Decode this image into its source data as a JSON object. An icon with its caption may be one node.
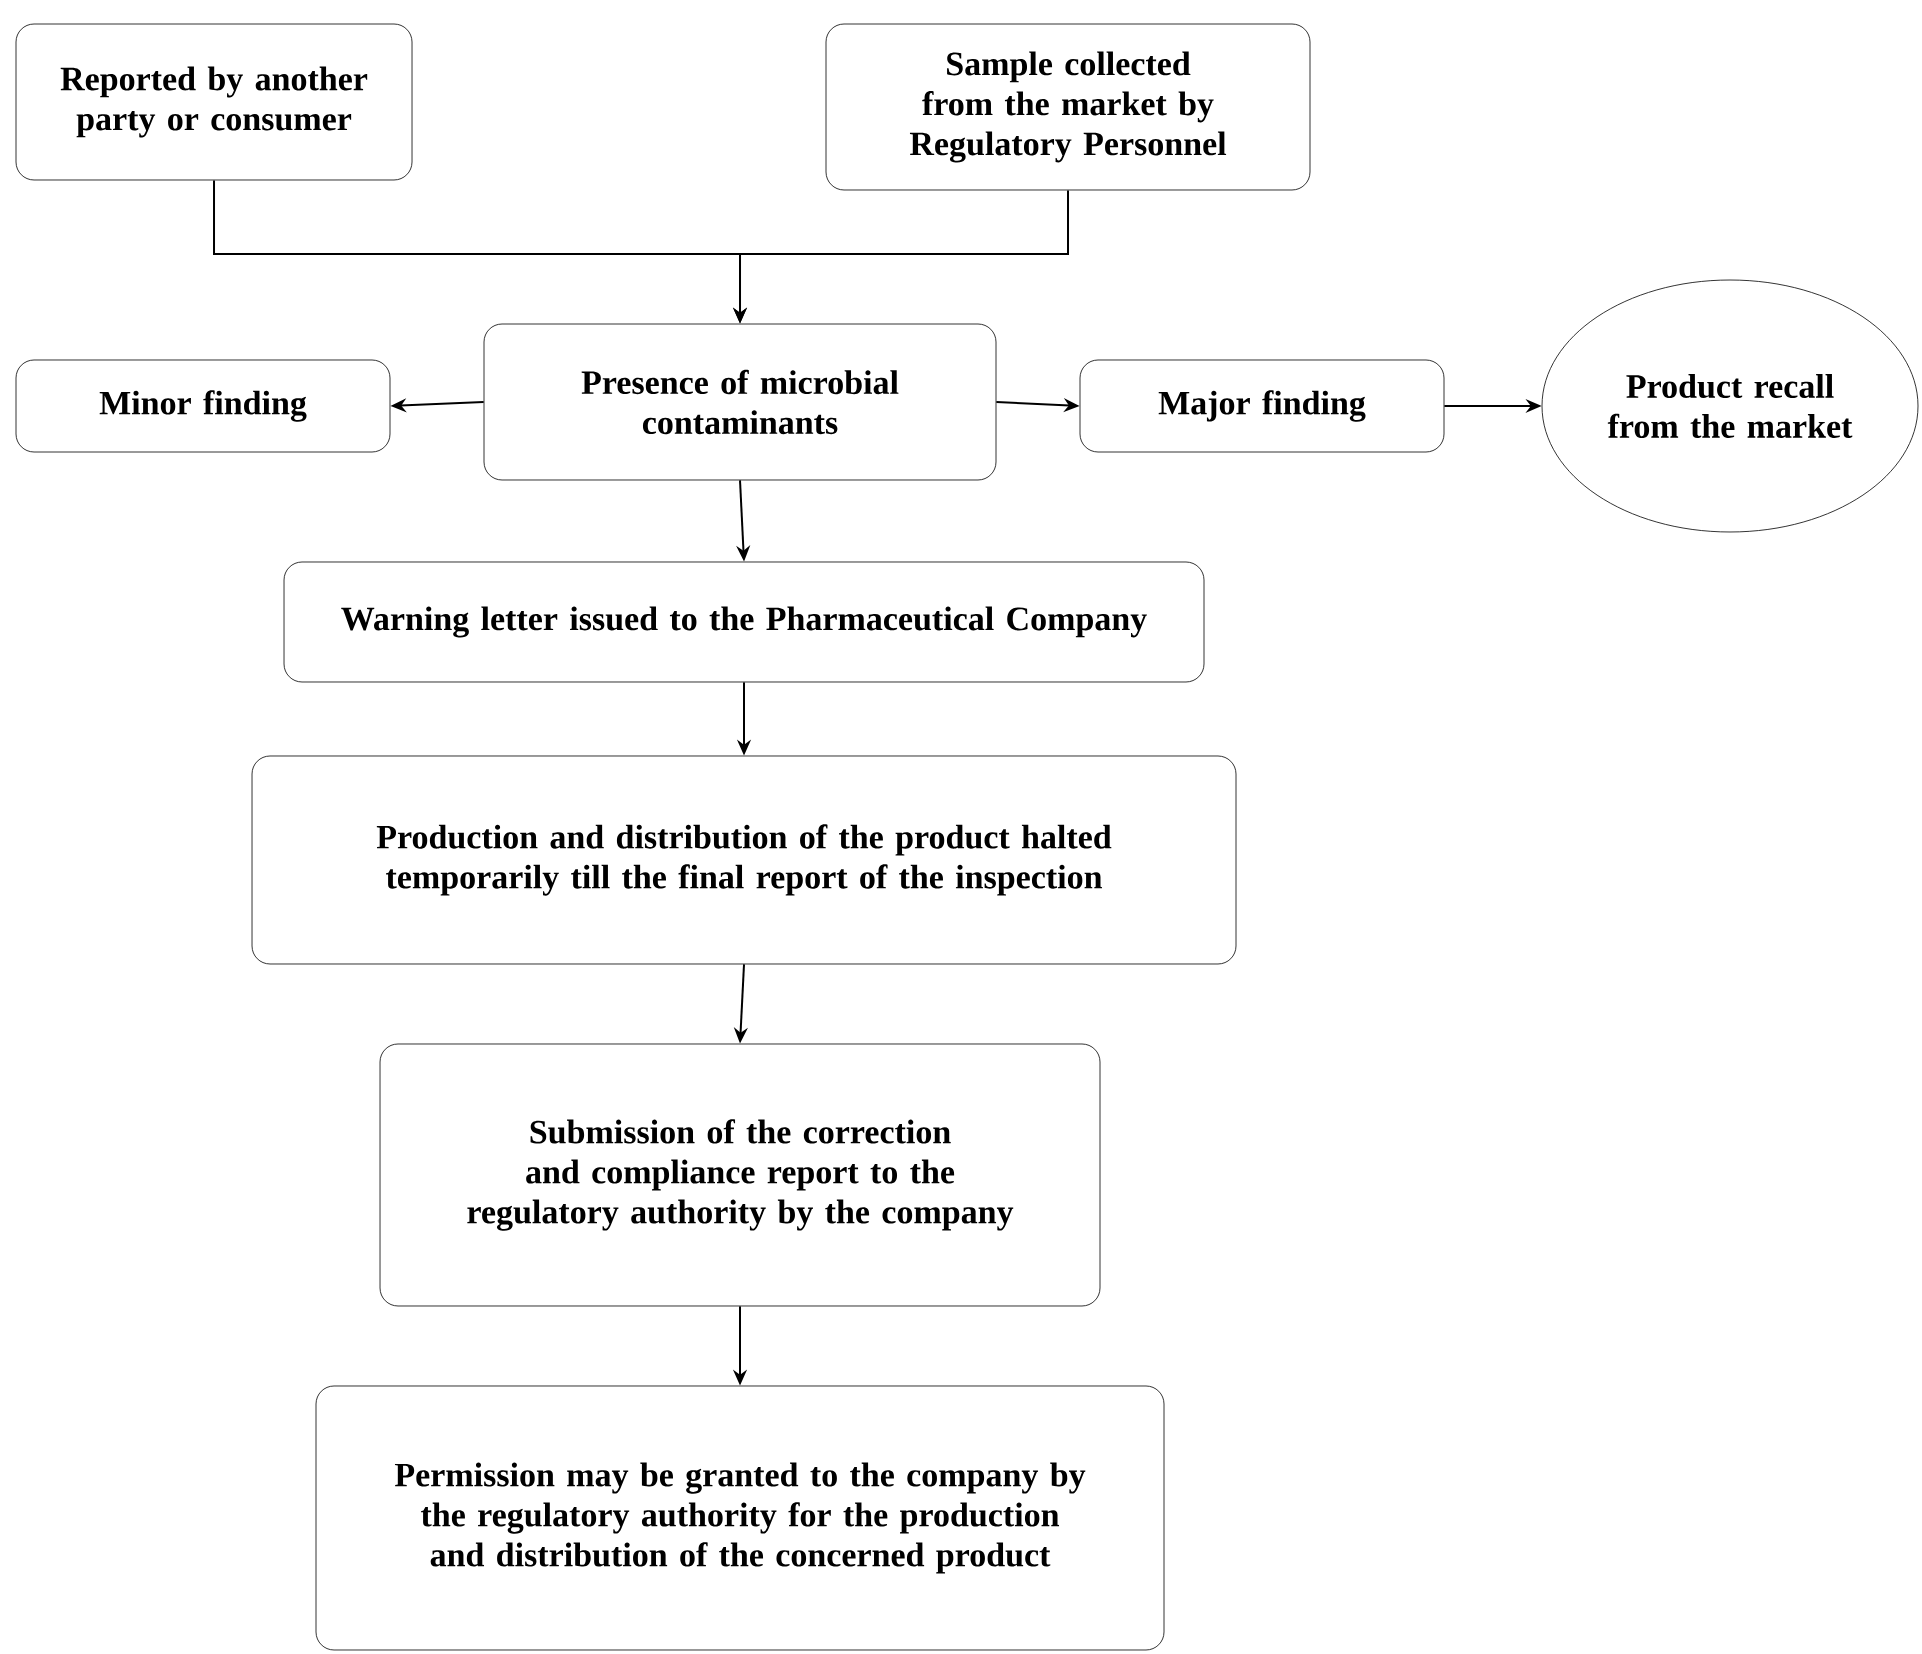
{
  "diagram": {
    "nodes": [
      {
        "text": [
          "Reported by another party or consumer"
        ]
      },
      {
        "text": [
          "Sample collected from the market by Regulatory Personnel"
        ]
      },
      {
        "text": [
          "Presence of microbial contaminants"
        ]
      },
      {
        "text": [
          "Minor finding"
        ]
      },
      {
        "text": [
          "Major finding"
        ]
      },
      {
        "text": [
          "Product recall from the market"
        ]
      },
      {
        "text": [
          "Warning letter issued to the Pharmaceutical Company"
        ]
      },
      {
        "text": [
          "Production and distribution of the product halted temporarily till the final report of the inspection"
        ]
      },
      {
        "text": [
          "Submission of the correction and compliance report to the regulatory authority by the company"
        ]
      },
      {
        "text": [
          "Permission may be granted to the company by the regulatory authority for the production and distribution of the concerned product"
        ]
      }
    ],
    "edges": [
      {
        "from": 0,
        "to": 2,
        "arrow": "to"
      },
      {
        "from": 1,
        "to": 2,
        "arrow": "to"
      },
      {
        "from": 2,
        "to": 3,
        "arrow": "to"
      },
      {
        "from": 2,
        "to": 4,
        "arrow": "to"
      },
      {
        "from": 4,
        "to": 5,
        "arrow": "to"
      },
      {
        "from": 2,
        "to": 6,
        "arrow": "to"
      },
      {
        "from": 6,
        "to": 7,
        "arrow": "to"
      },
      {
        "from": 7,
        "to": 8,
        "arrow": "to"
      },
      {
        "from": 8,
        "to": 9,
        "arrow": "to"
      }
    ]
  }
}
